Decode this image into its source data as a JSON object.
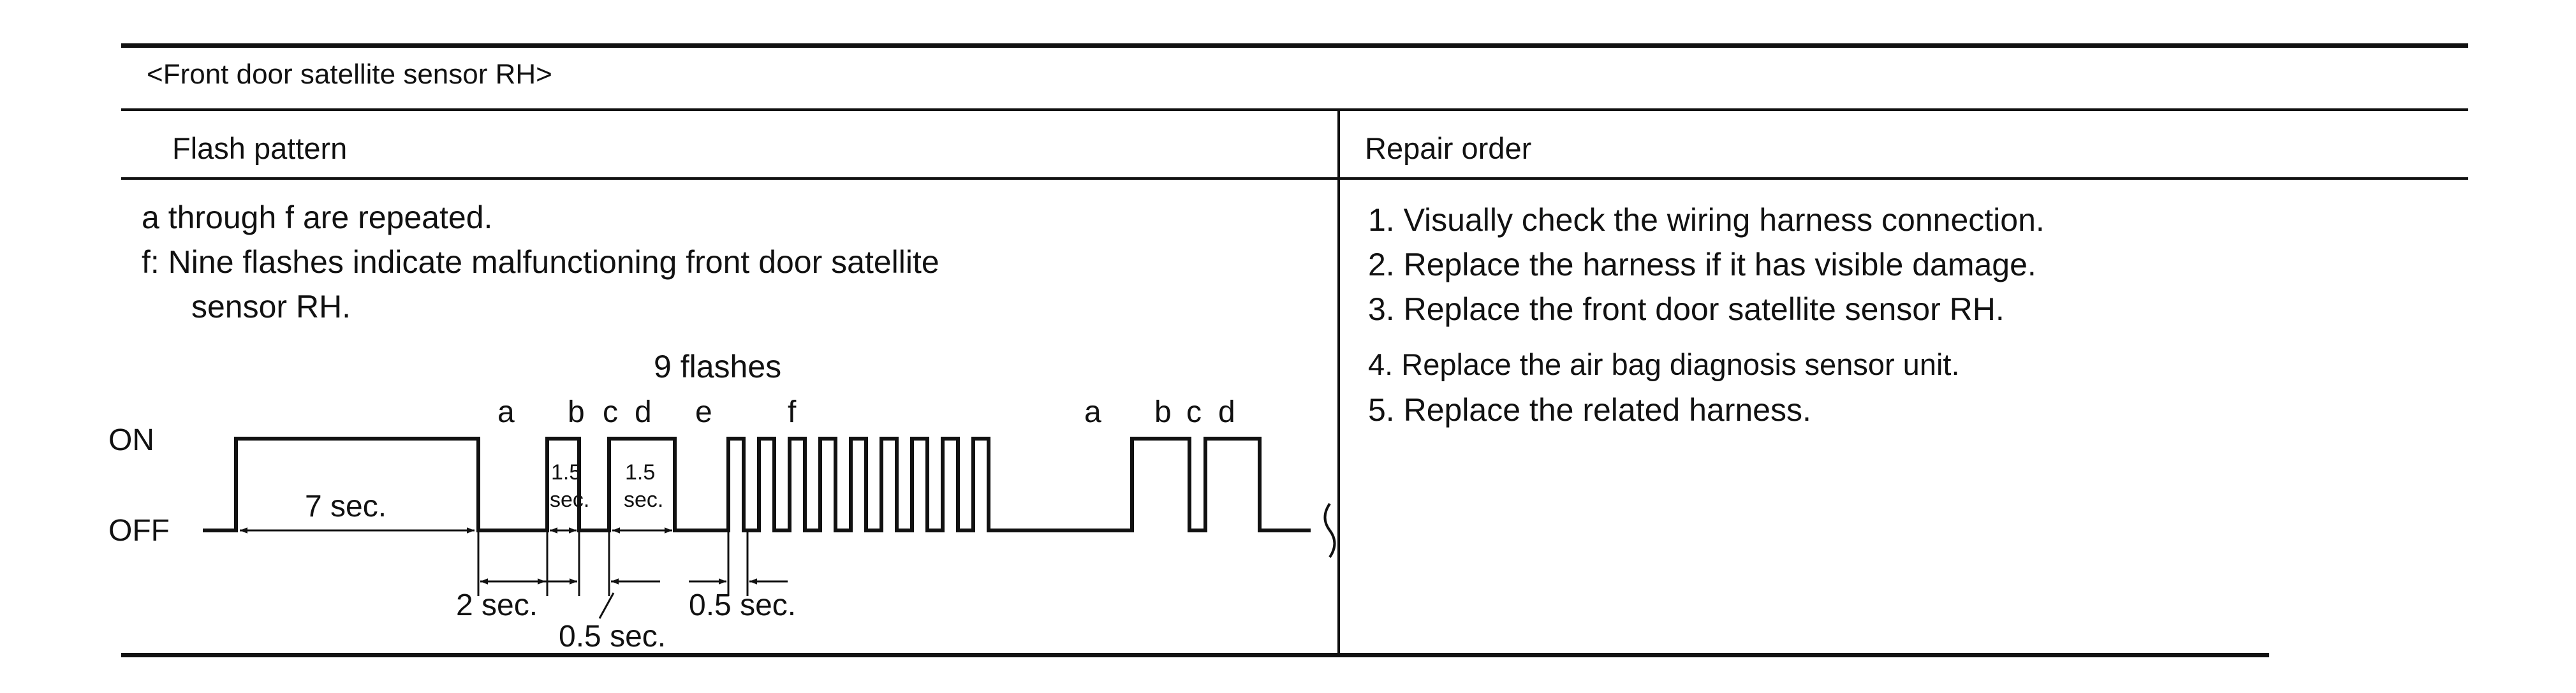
{
  "section_title": "<Front door satellite sensor RH>",
  "columns": {
    "flash_pattern": "Flash pattern",
    "repair_order": "Repair order"
  },
  "notes": {
    "line1": "a through f are repeated.",
    "line2": "f: Nine  flashes  indicate malfunctioning front door satellite",
    "line3": "sensor RH."
  },
  "diagram": {
    "count_label": "9 flashes",
    "on_label": "ON",
    "off_label": "OFF",
    "letters": {
      "a": "a",
      "b": "b",
      "c": "c",
      "d": "d",
      "e": "e",
      "f": "f",
      "a2": "a",
      "b2": "b",
      "c2": "c",
      "d2": "d"
    },
    "pulse_a_duration": "7 sec.",
    "gap_duration": "2 sec.",
    "short_gap_duration": "0.5 sec.",
    "flash_gap_duration": "0.5 sec.",
    "pulse_b_num": "1.5",
    "pulse_b_unit": "sec.",
    "pulse_d_num": "1.5",
    "pulse_d_unit": "sec.",
    "f_flash_count": 9
  },
  "repair_steps": [
    "1. Visually check the wiring harness connection.",
    "2. Replace the harness if it has visible damage.",
    "3. Replace the  front door satellite sensor RH.",
    "4. Replace the air bag diagnosis sensor unit.",
    "5. Replace the related harness."
  ]
}
